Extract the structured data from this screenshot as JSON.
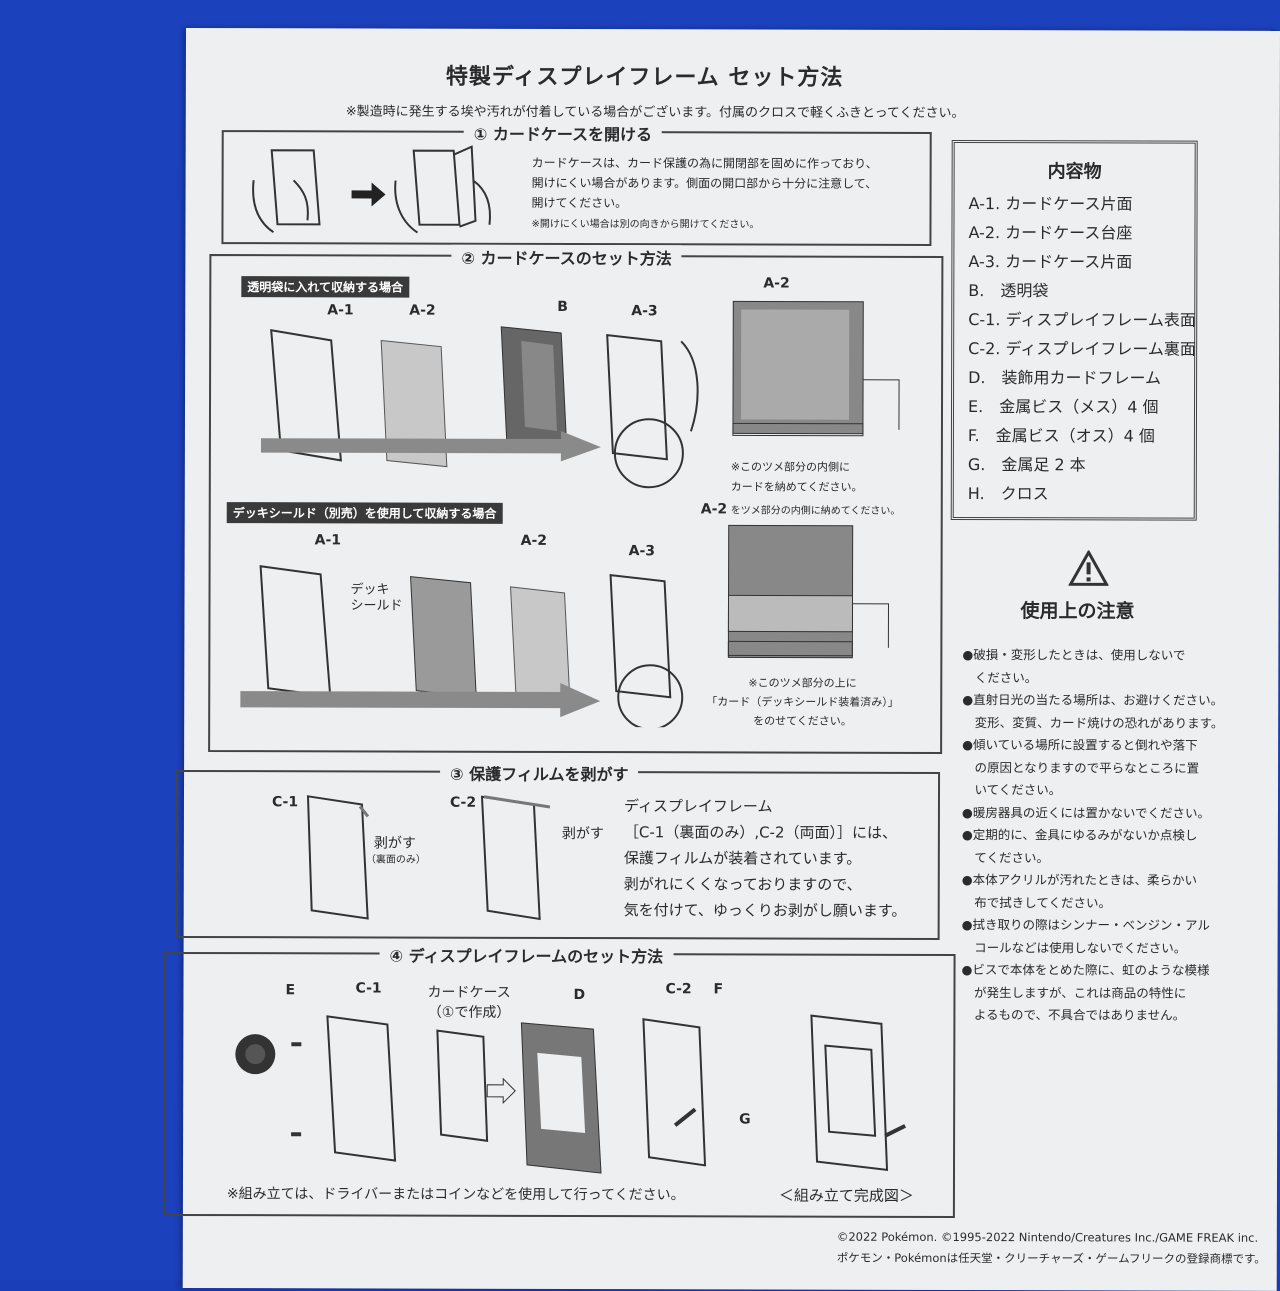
{
  "title": "特製ディスプレイフレーム セット方法",
  "subnote": "※製造時に発生する埃や汚れが付着している場合がございます。付属のクロスで軽くふきとってください。",
  "section1": {
    "title": "① カードケースを開ける",
    "body_lines": [
      "カードケースは、カード保護の為に開閉部を固めに作っており、",
      "開けにくい場合があります。側面の開口部から十分に注意して、",
      "開けてください。"
    ],
    "note": "※開けにくい場合は別の向きから開けてください。"
  },
  "section2": {
    "title": "② カードケースのセット方法",
    "case1_tag": "透明袋に入れて収納する場合",
    "case1_labels": [
      "A-1",
      "A-2",
      "B",
      "A-3"
    ],
    "case1_zoom_label": "A-2",
    "case1_note_lines": [
      "※このツメ部分の内側に",
      "カードを納めてください。"
    ],
    "case2_tag": "デッキシールド（別売）を使用して収納する場合",
    "case2_labels": [
      "A-1",
      "A-2",
      "A-3"
    ],
    "deck_shield_label_lines": [
      "デッキ",
      "シールド"
    ],
    "case2_zoom_label": "A-2",
    "case2_zoom_note": "をツメ部分の内側に納めてください。",
    "case2_note_lines": [
      "※このツメ部分の上に",
      "「カード（デッキシールド装着済み）」",
      "をのせてください。"
    ]
  },
  "section3": {
    "title": "③ 保護フィルムを剥がす",
    "label_c1": "C-1",
    "label_c2": "C-2",
    "peel1": "剥がす",
    "peel1_sub": "（裏面のみ）",
    "peel2": "剥がす",
    "body_lines": [
      "ディスプレイフレーム",
      "［C-1（裏面のみ）,C-2（両面）］には、",
      "保護フィルムが装着されています。",
      "剥がれにくくなっておりますので、",
      "気を付けて、ゆっくりお剥がし願います。"
    ]
  },
  "section4": {
    "title": "④ ディスプレイフレームのセット方法",
    "label_e": "E",
    "label_c1": "C-1",
    "label_case_lines": [
      "カードケース",
      "（①で作成）"
    ],
    "label_d": "D",
    "label_c2": "C-2",
    "label_f": "F",
    "label_g": "G",
    "note": "※組み立ては、ドライバーまたはコインなどを使用して行ってください。",
    "complete": "＜組み立て完成図＞"
  },
  "contents": {
    "title": "内容物",
    "items": [
      "A-1. カードケース片面",
      "A-2. カードケース台座",
      "A-3. カードケース片面",
      "B.　透明袋",
      "C-1. ディスプレイフレーム表面",
      "C-2. ディスプレイフレーム裏面",
      "D.　装飾用カードフレーム",
      "E.　金属ビス（メス）4 個",
      "F.　金属ビス（オス）4 個",
      "G.　金属足 2 本",
      "H.　クロス"
    ]
  },
  "caution": {
    "title": "使用上の注意",
    "items": [
      "●破損・変形したときは、使用しないで",
      "　ください。",
      "●直射日光の当たる場所は、お避けください。",
      "　変形、変質、カード焼けの恐れがあります。",
      "●傾いている場所に設置すると倒れや落下",
      "　の原因となりますので平らなところに置",
      "　いてください。",
      "●暖房器具の近くには置かないでください。",
      "●定期的に、金具にゆるみがないか点検し",
      "　てください。",
      "●本体アクリルが汚れたときは、柔らかい",
      "　布で拭きしてください。",
      "●拭き取りの際はシンナー・ベンジン・アル",
      "　コールなどは使用しないでください。",
      "●ビスで本体をとめた際に、虹のような模様",
      "　が発生しますが、これは商品の特性に",
      "　よるもので、不具合ではありません。"
    ]
  },
  "footer": {
    "line1": "©2022 Pokémon. ©1995-2022 Nintendo/Creatures Inc./GAME FREAK inc.",
    "line2": "ポケモン・Pokémonは任天堂・クリーチャーズ・ゲームフリークの登録商標です。"
  }
}
